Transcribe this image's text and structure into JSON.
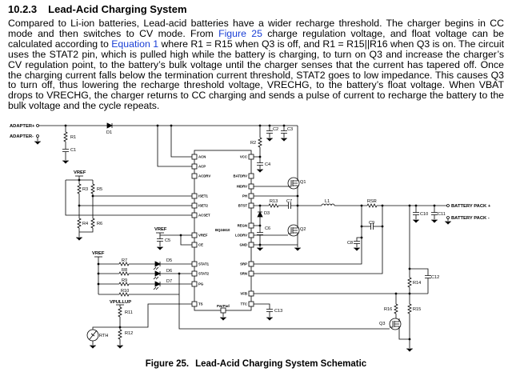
{
  "section": {
    "number": "10.2.3",
    "title": "Lead-Acid Charging System"
  },
  "body": {
    "part1": "Compared to Li-ion batteries, Lead-acid batteries have a wider recharge threshold. The charger begins in CC mode and then switches to CV mode. From ",
    "link_figure": "Figure 25",
    "part2": " charge regulation voltage, and float voltage can be calculated according to ",
    "link_equation": "Equation 1",
    "part3": " where R1 = R15 when Q3 is off, and R1 = R15||R16 when Q3 is on. The circuit uses the STAT2 pin, which is pulled high while the battery is charging, to turn on Q3 and increase the charger’s CV regulation point, to the battery’s bulk voltage until the charger senses that the current has tapered off. Once the charging current falls below the termination current threshold, STAT2 goes to low impedance. This causes Q3 to turn off, thus lowering the recharge threshold voltage, VRECHG, to the battery’s float voltage. When VBAT drops to VRECHG, the charger returns to CC charging and sends a pulse of current to recharge the battery to the bulk voltage and the cycle repeats."
  },
  "schematic": {
    "ic_name": "BQ24610",
    "pins_left": [
      "ACN",
      "ACP",
      "ACDRV",
      "ISET1",
      "ISET2",
      "ACSET",
      "VREF",
      "CE",
      "STAT1",
      "STAT2",
      "PG",
      "TS"
    ],
    "pins_right": [
      "VCC",
      "BATDRV",
      "HIDRV",
      "PH",
      "BTST",
      "REGN",
      "LODRV",
      "GND",
      "SRP",
      "SRN",
      "VFB",
      "TTC"
    ],
    "pin_bottom": "PwrPad",
    "ports": {
      "adapter_plus": "ADAPTER+",
      "adapter_minus": "ADAPTER-",
      "battery_plus": "BATTERY PACK +",
      "battery_minus": "BATTERY PACK -"
    },
    "nets": {
      "vref1": "VREF",
      "vref2": "VREF",
      "vref3": "VREF",
      "vpullup": "VPULLUP"
    },
    "components": {
      "D1": "D1",
      "R1": "R1",
      "C1": "C1",
      "R3": "R3",
      "R5": "R5",
      "R4": "R4",
      "R6": "R6",
      "C5": "C5",
      "R7": "R7",
      "R8": "R8",
      "R9": "R9",
      "R10": "R10",
      "D5": "D5",
      "D6": "D6",
      "D7": "D7",
      "R11": "R11",
      "R12": "R12",
      "RTH": "RTH",
      "R2": "R2",
      "C2": "C2",
      "C3": "C3",
      "C4": "C4",
      "Q1": "Q1",
      "Q2": "Q2",
      "Q3": "Q3",
      "R13": "R13",
      "C7": "C7",
      "L1": "L1",
      "RSR": "RSR",
      "D3": "D3",
      "C6": "C6",
      "C8": "C8",
      "C9": "C9",
      "C10": "C10",
      "C11": "C11",
      "C12": "C12",
      "C13": "C13",
      "R14": "R14",
      "R15": "R15",
      "R16": "R16"
    }
  },
  "caption": {
    "label": "Figure 25.",
    "text": "Lead-Acid Charging System Schematic"
  }
}
